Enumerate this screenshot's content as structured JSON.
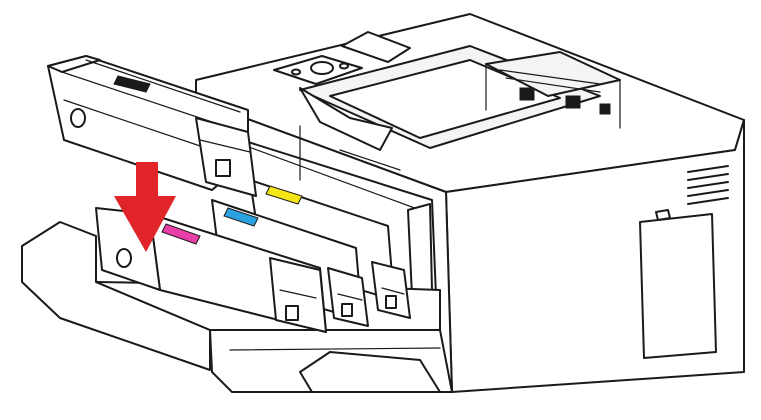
{
  "figure": {
    "subject": "printer-with-toner-drawer-open",
    "arrow_direction": "down"
  },
  "colors": {
    "line": "#1a1a1a",
    "background": "#ffffff",
    "arrow": "#e0242a",
    "magenta": "#e83fa9",
    "cyan": "#2aa2df",
    "yellow": "#f6e514"
  },
  "cartridges": [
    {
      "color_name": "magenta",
      "color": "#e83fa9"
    },
    {
      "color_name": "cyan",
      "color": "#2aa2df"
    },
    {
      "color_name": "yellow",
      "color": "#f6e514"
    },
    {
      "color_name": "black",
      "color": "#1a1a1a"
    }
  ],
  "icons": [
    "down-arrow-icon"
  ]
}
